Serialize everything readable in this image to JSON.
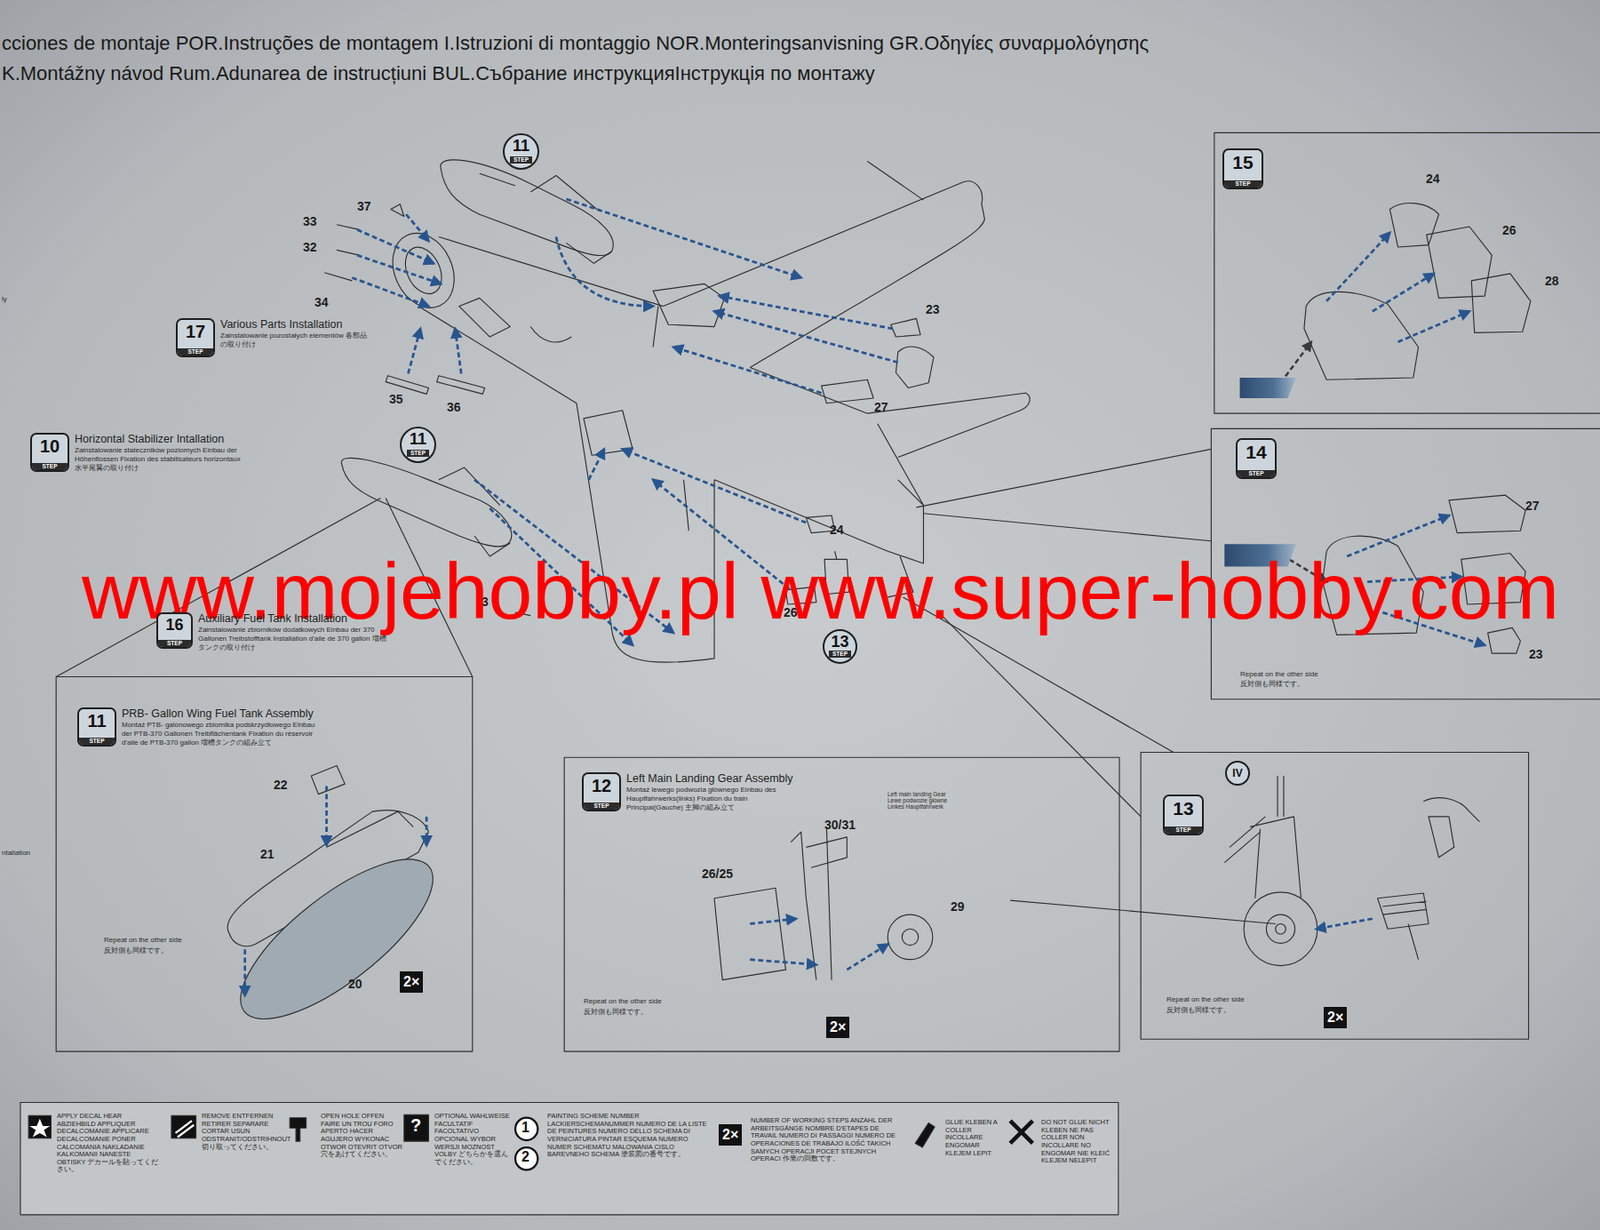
{
  "diagram": {
    "nodes": [
      {
        "text": [
          "11",
          "STEP"
        ]
      },
      {
        "text": [
          "17",
          "STEP",
          "Various Parts Installation",
          "Zainstalowanie pozostałych elementów 各部品の取り付け"
        ]
      },
      {
        "text": [
          "15",
          "STEP"
        ]
      },
      {
        "text": [
          "10",
          "STEP",
          "Horizontal Stabilizer Intallation",
          "Zainstalowanie stateczników poziomych Einbau der Höhenflossen Fixation des stabilisateurs horizontaux 水平尾翼の取り付け"
        ]
      },
      {
        "text": [
          "11",
          "STEP"
        ]
      },
      {
        "text": [
          "14",
          "STEP"
        ]
      },
      {
        "text": [
          "16",
          "STEP",
          "Auxiliary Fuel Tank Installation",
          "Zainstalowanie zbiorników dodatkowych Einbau der 370 Gallonen Treibstofftank Installation d'aile de 370 gallon 増槽タンクの取り付け"
        ]
      },
      {
        "text": [
          "13",
          "STEP"
        ]
      },
      {
        "text": [
          "11",
          "STEP",
          "PRB- Gallon Wing Fuel Tank Assembly",
          "Montaż PTB- galonowego zbiornika podskrzydłowego Einbau der PTB-370 Gallonen Treibflächentank Fixation du réservoir d'aile de PTB-370 gallon 増槽タンクの組み立て"
        ]
      },
      {
        "text": [
          "12",
          "STEP",
          "Left Main Landing Gear Assembly",
          "Montaż lewego podwozia głównego Einbau des Hauptfahrwerks(links) Fixation du train Principal(Gauche) 主脚の組み立て"
        ]
      },
      {
        "text": [
          "13",
          "STEP"
        ]
      },
      {
        "text": [
          "IV"
        ]
      }
    ],
    "labels": [
      "cciones de montaje POR.Instruções de montagem I.Istruzioni di montaggio NOR.Monteringsanvisning GR.Οδηγίες συναρμολόγησης",
      "K.Montážny návod Rum.Adunarea de instrucțiuni BUL.Събрание инструкцияІнструкція по монтажу",
      "ly",
      "ntallation",
      "37",
      "33",
      "32",
      "34",
      "35",
      "36",
      "23",
      "27",
      "24",
      "26",
      "3",
      "24",
      "26",
      "28",
      "27",
      "23",
      "Repeat on the other side",
      "反対側も同様です。",
      "30/31",
      "26/25",
      "29",
      "Left main landing Gear Lewe podwozie główne Linkes Hauptfahrwerk",
      "Repeat on the other side",
      "反対側も同様です。",
      "2×",
      "Repeat on the other side",
      "反対側も同様です。",
      "2×",
      "22",
      "21",
      "20",
      "Repeat on the other side",
      "反対側も同様です。",
      "2×",
      "1",
      "2",
      "2×",
      "?",
      "www.mojehobby.pl www.super-hobby.com"
    ],
    "legend": [
      {
        "text": "APPLY DECAL HEAR ABZIEHBILD APPLIQUER DECALCOMANIE APPLICARE DECALCOMANIE PONER CALCOMANIA NAKLADANIE KALKOMANII NANESTE OBTISKY デカールを貼ってください。"
      },
      {
        "text": "REMOVE ENTFERNEN RETIRER SEPARARE CORTAR USUN ODSTRANIT/ODSTRIHNOUT 切り取ってください。"
      },
      {
        "text": "OPEN HOLE OFFEN FAIRE UN TROU FORO APERTO HACER AGUJERO WYKONAC OTWOR OTEVRIT OTVOR 穴をあけてください。"
      },
      {
        "text": "OPTIONAL WAHLWEISE FACULTATIF FACOLTATIVO OPCIONAL WYBOR WERSJI MOZNOST VOLBY どちらかを選んでください。"
      },
      {
        "text": "PAINTING SCHEME NUMBER LACKIERSCHEMANUMMER NUMERO DE LA LISTE DE PEINTURES NUMERO DELLO SCHEMA DI VERNICIATURA PINTAR ESQUEMA NUMERO NUMER SCHEMATU MALOWANIA CISLO BAREVNEHO SCHEMA 塗装図の番号です。"
      },
      {
        "text": "NUMBER OF WORKING STEPS ANZAHL DER ARBEITSGÄNGE NOMBRE D'ETAPES DE TRAVAIL NUMERO DI PASSAGGI NUMERO DE OPERACIONES DE TRABAJO ILOŚĆ TAKICH SAMYCH OPERACJI POCET STEJNYCH OPERACI 作業の回数です。"
      },
      {
        "text": "GLUE KLEBEN A COLLER INCOLLARE ENGOMAR KLEJEM LEPIT"
      },
      {
        "text": "DO NOT GLUE NICHT KLEBEN NE PAS COLLER NON INCOLLARE NO ENGOMAR NIE KLEIĆ KLEJEM NELEPIT"
      }
    ]
  }
}
